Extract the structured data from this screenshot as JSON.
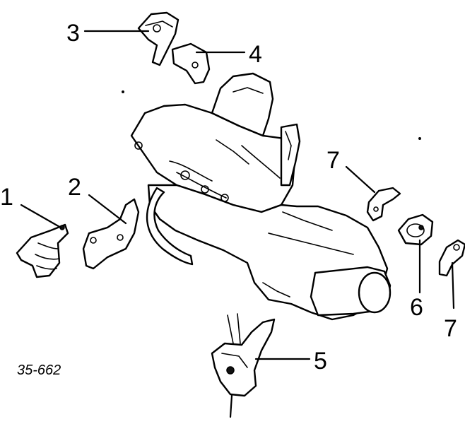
{
  "diagram": {
    "callouts": [
      {
        "id": "1",
        "label": "1"
      },
      {
        "id": "2",
        "label": "2"
      },
      {
        "id": "3",
        "label": "3"
      },
      {
        "id": "4",
        "label": "4"
      },
      {
        "id": "5",
        "label": "5"
      },
      {
        "id": "6",
        "label": "6"
      },
      {
        "id": "7a",
        "label": "7"
      },
      {
        "id": "7b",
        "label": "7"
      }
    ],
    "figure_code": "35-662"
  }
}
